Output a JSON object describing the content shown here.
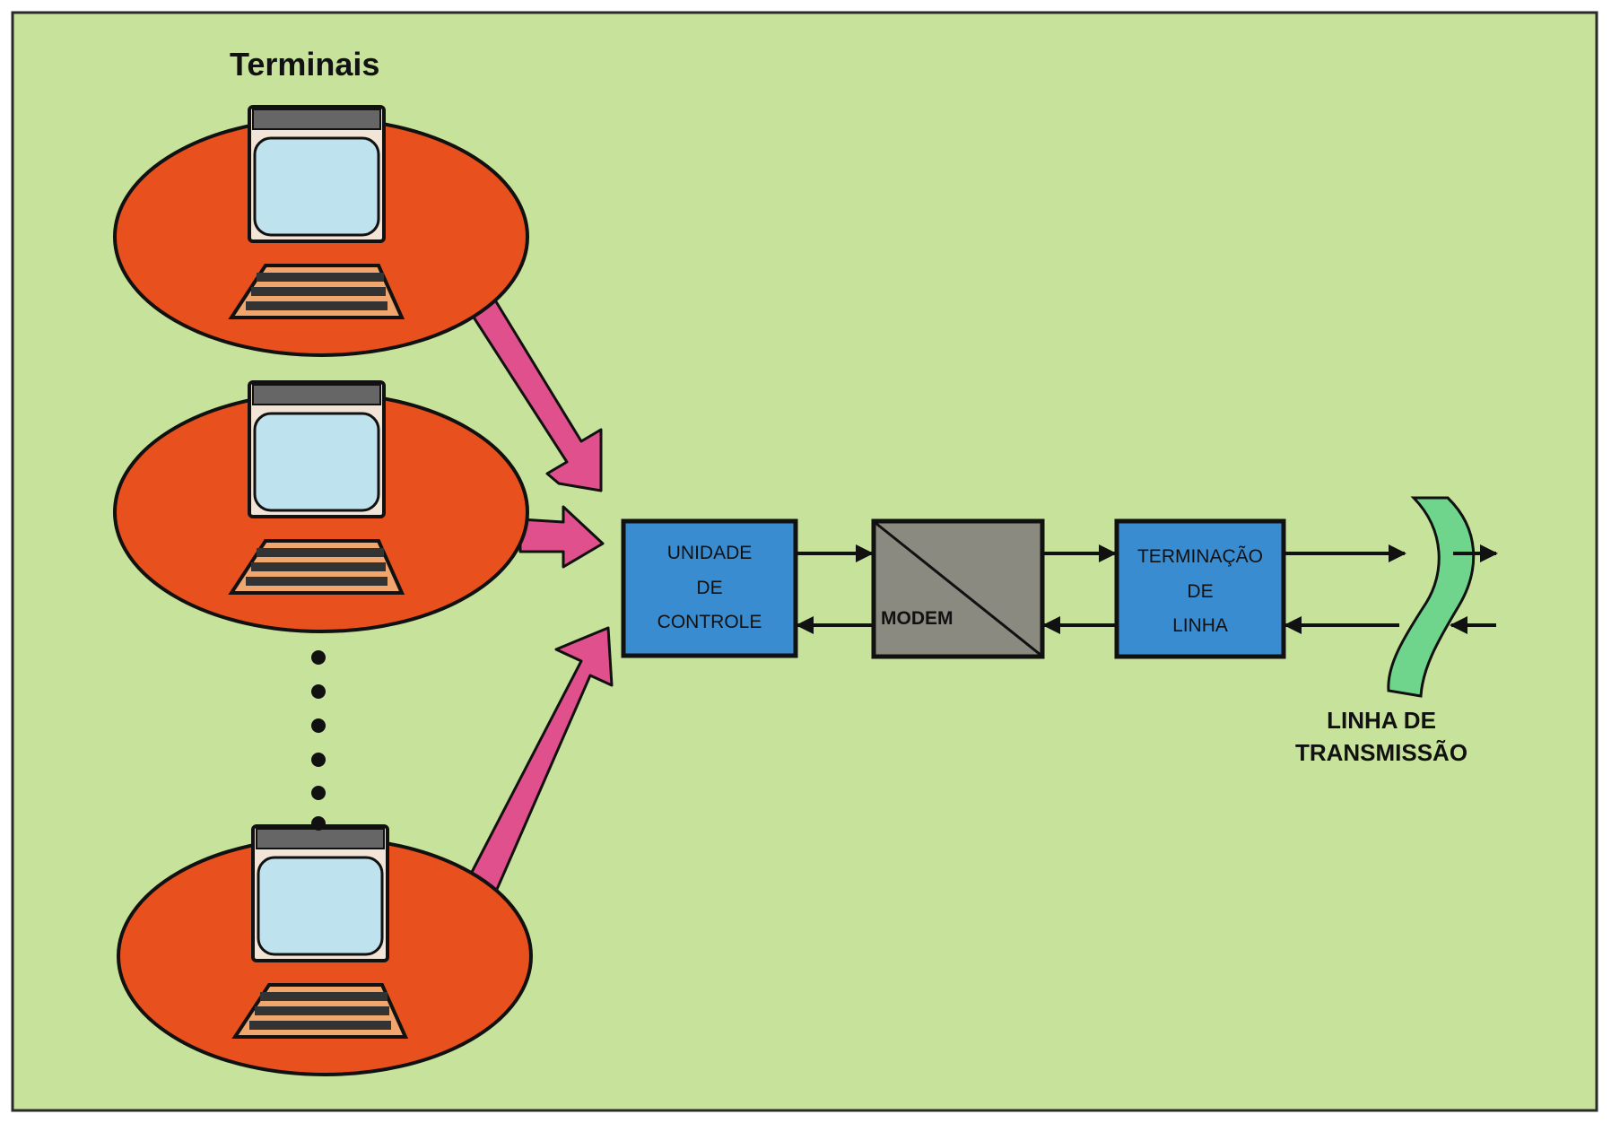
{
  "colors": {
    "background": "#c7e29a",
    "ellipse": "#e8501e",
    "block_blue": "#3a8cd0",
    "modem_gray": "#8a8a80",
    "pink_arrow": "#e0508c",
    "screen": "#bfe3ee",
    "computer_body": "#f2e4d6",
    "keyboard": "#f0a66c",
    "line_green": "#6fd58c"
  },
  "title": "Terminais",
  "terminals": [
    {
      "icon": "computer-terminal-icon"
    },
    {
      "icon": "computer-terminal-icon"
    },
    {
      "icon": "computer-terminal-icon"
    }
  ],
  "blocks": {
    "control_unit": [
      "UNIDADE",
      "DE",
      "CONTROLE"
    ],
    "modem": "MODEM",
    "line_termination": [
      "TERMINAÇÃO",
      "DE",
      "LINHA"
    ]
  },
  "transmission_line": [
    "LINHA DE",
    "TRANSMISSÃO"
  ]
}
